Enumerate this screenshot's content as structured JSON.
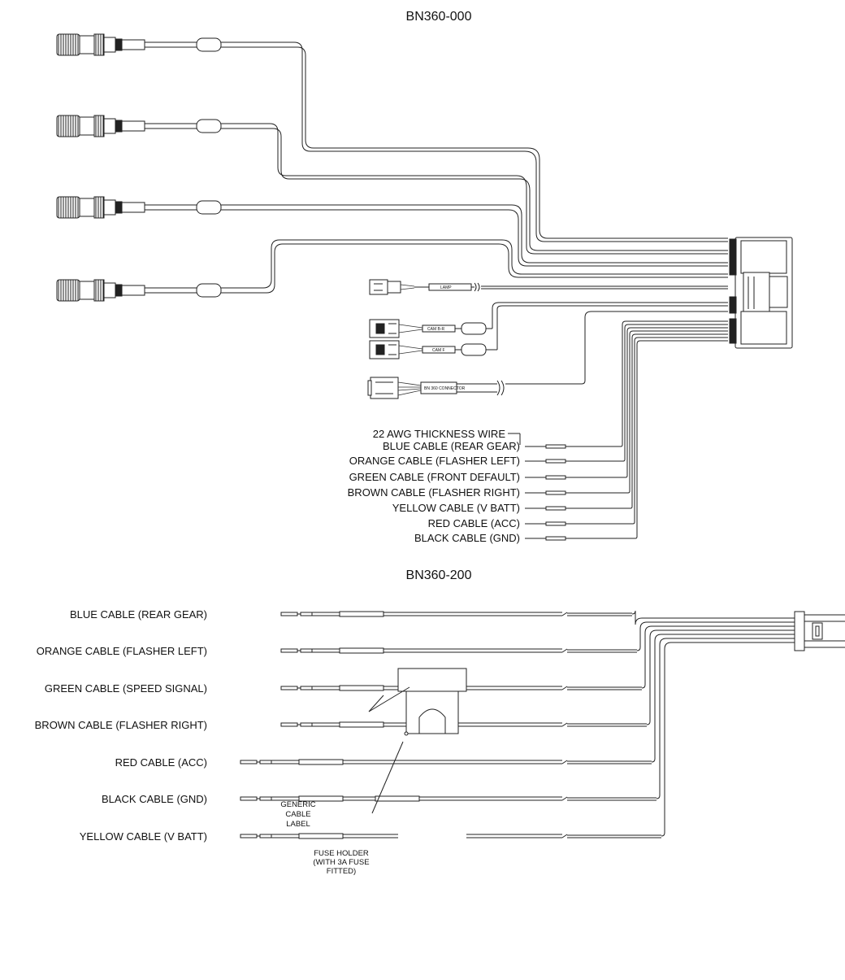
{
  "top_harness": {
    "title": "BN360-000",
    "camera_connectors": 4,
    "connector_tags": [
      "LAMP",
      "CAM B-R",
      "CAM F",
      "BN 360 CONNECTOR"
    ],
    "awg_note": "22 AWG THICKNESS WIRE",
    "wire_labels": [
      "BLUE CABLE (REAR GEAR)",
      "ORANGE CABLE (FLASHER LEFT)",
      "GREEN CABLE (FRONT DEFAULT)",
      "BROWN CABLE (FLASHER RIGHT)",
      "YELLOW CABLE (V BATT)",
      "RED CABLE (ACC)",
      "BLACK CABLE (GND)"
    ]
  },
  "bottom_harness": {
    "title": "BN360-200",
    "wire_labels": [
      "BLUE CABLE (REAR GEAR)",
      "ORANGE CABLE (FLASHER LEFT)",
      "GREEN CABLE (SPEED SIGNAL)",
      "BROWN CABLE (FLASHER RIGHT)",
      "RED CABLE (ACC)",
      "BLACK CABLE (GND)",
      "YELLOW CABLE (V BATT)"
    ],
    "callouts": {
      "label_line1": "GENERIC",
      "label_line2": "CABLE",
      "label_line3": "LABEL",
      "fuse_line1": "FUSE HOLDER",
      "fuse_line2": "(WITH 3A FUSE",
      "fuse_line3": "FITTED)"
    }
  }
}
